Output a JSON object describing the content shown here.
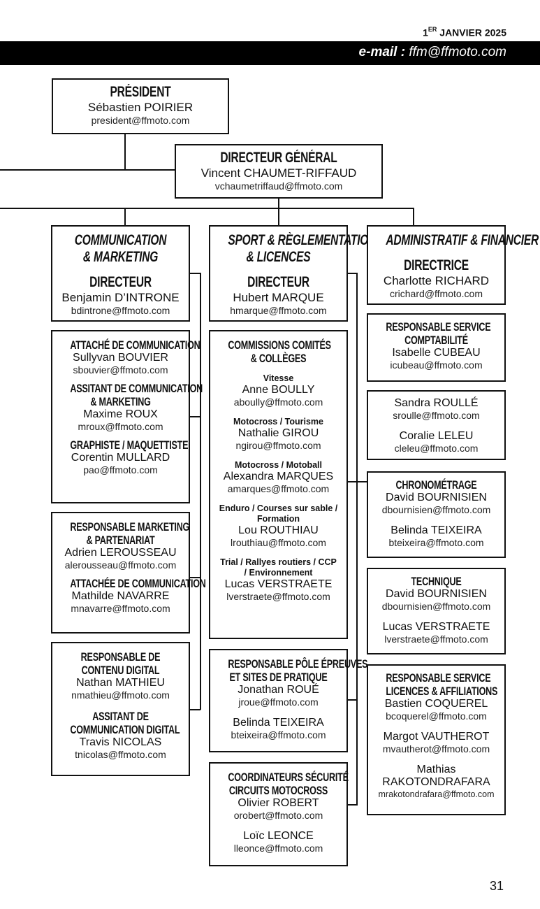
{
  "header": {
    "date_num": "1",
    "date_sup": "ER",
    "date_rest": " JANVIER 2025",
    "email_label": "e-mail :",
    "email_value": " ffm@ffmoto.com"
  },
  "president": {
    "title": "PRÉSIDENT",
    "name": "Sébastien POIRIER",
    "email": "president@ffmoto.com"
  },
  "dg": {
    "title": "DIRECTEUR GÉNÉRAL",
    "name": "Vincent CHAUMET-RIFFAUD",
    "email": "vchaumetriffaud@ffmoto.com"
  },
  "communication": {
    "dept_line1": "COMMUNICATION",
    "dept_line2": "& MARKETING",
    "dir_title": "DIRECTEUR",
    "dir_name": "Benjamin D’INTRONE",
    "dir_email": "bdintrone@ffmoto.com",
    "box1": [
      {
        "title": "ATTACHÉ DE COMMUNICATION",
        "name": "Sullyvan BOUVIER",
        "email": "sbouvier@ffmoto.com"
      },
      {
        "title1": "ASSITANT DE COMMUNICATION",
        "title2": "& MARKETING",
        "name": "Maxime ROUX",
        "email": "mroux@ffmoto.com"
      },
      {
        "title": "GRAPHISTE / MAQUETTISTE",
        "name": "Corentin MULLARD",
        "email": "pao@ffmoto.com"
      }
    ],
    "box2": [
      {
        "title1": "RESPONSABLE MARKETING",
        "title2": "& PARTENARIAT",
        "name": "Adrien LEROUSSEAU",
        "email": "alerousseau@ffmoto.com"
      },
      {
        "title": "ATTACHÉE DE COMMUNICATION",
        "name": "Mathilde NAVARRE",
        "email": "mnavarre@ffmoto.com"
      }
    ],
    "box3": [
      {
        "title1": "RESPONSABLE DE",
        "title2": "CONTENU DIGITAL",
        "name": "Nathan MATHIEU",
        "email": "nmathieu@ffmoto.com"
      },
      {
        "title1": "ASSITANT DE",
        "title2": "COMMUNICATION DIGITAL",
        "name": "Travis NICOLAS",
        "email": "tnicolas@ffmoto.com"
      }
    ]
  },
  "sport": {
    "dept_line1": "SPORT & RÈGLEMENTATION",
    "dept_line2": "& LICENCES",
    "dir_title": "DIRECTEUR",
    "dir_name": "Hubert MARQUE",
    "dir_email": "hmarque@ffmoto.com",
    "commissions_title1": "COMMISSIONS COMITÉS",
    "commissions_title2": "& COLLÈGES",
    "commissions": [
      {
        "label": "Vitesse",
        "name": "Anne BOULLY",
        "email": "aboully@ffmoto.com"
      },
      {
        "label": "Motocross / Tourisme",
        "name": "Nathalie GIROU",
        "email": "ngirou@ffmoto.com"
      },
      {
        "label": "Motocross / Motoball",
        "name": "Alexandra MARQUES",
        "email": "amarques@ffmoto.com"
      },
      {
        "label1": "Enduro / Courses sur sable /",
        "label2": "Formation",
        "name": "Lou ROUTHIAU",
        "email": "lrouthiau@ffmoto.com"
      },
      {
        "label1": "Trial / Rallyes routiers / CCP",
        "label2": "/ Environnement",
        "name": "Lucas VERSTRAETE",
        "email": "lverstraete@ffmoto.com"
      }
    ],
    "epreuves": {
      "title1": "RESPONSABLE PÔLE ÉPREUVES",
      "title2": "ET SITES DE PRATIQUE",
      "people": [
        {
          "name": "Jonathan ROUÉ",
          "email": "jroue@ffmoto.com"
        },
        {
          "name": "Belinda TEIXEIRA",
          "email": "bteixeira@ffmoto.com"
        }
      ]
    },
    "securite": {
      "title1": "COORDINATEURS SÉCURITÉ",
      "title2": "CIRCUITS MOTOCROSS",
      "people": [
        {
          "name": "Olivier ROBERT",
          "email": "orobert@ffmoto.com"
        },
        {
          "name": "Loïc LEONCE",
          "email": "lleonce@ffmoto.com"
        }
      ]
    }
  },
  "admin": {
    "dept": "ADMINISTRATIF & FINANCIER",
    "dir_title": "DIRECTRICE",
    "dir_name": "Charlotte RICHARD",
    "dir_email": "crichard@ffmoto.com",
    "compta": {
      "title1": "RESPONSABLE SERVICE",
      "title2": "COMPTABILITÉ",
      "name": "Isabelle CUBEAU",
      "email": "icubeau@ffmoto.com"
    },
    "staff": [
      {
        "name": "Sandra ROULLÉ",
        "email": "sroulle@ffmoto.com"
      },
      {
        "name": "Coralie LELEU",
        "email": "cleleu@ffmoto.com"
      }
    ],
    "chrono": {
      "title": "CHRONOMÉTRAGE",
      "people": [
        {
          "name": "David BOURNISIEN",
          "email": "dbournisien@ffmoto.com"
        },
        {
          "name": "Belinda TEIXEIRA",
          "email": "bteixeira@ffmoto.com"
        }
      ]
    },
    "technique": {
      "title": "TECHNIQUE",
      "people": [
        {
          "name": "David BOURNISIEN",
          "email": "dbournisien@ffmoto.com"
        },
        {
          "name": "Lucas VERSTRAETE",
          "email": "lverstraete@ffmoto.com"
        }
      ]
    },
    "licences": {
      "title1": "RESPONSABLE SERVICE",
      "title2": "LICENCES & AFFILIATIONS",
      "people": [
        {
          "name": "Bastien COQUEREL",
          "email": "bcoquerel@ffmoto.com"
        },
        {
          "name": "Margot VAUTHEROT",
          "email": "mvautherot@ffmoto.com"
        },
        {
          "name1": "Mathias",
          "name2": "RAKOTONDRAFARA",
          "email": "mrakotondrafara@ffmoto.com"
        }
      ]
    }
  },
  "page_number": "31"
}
